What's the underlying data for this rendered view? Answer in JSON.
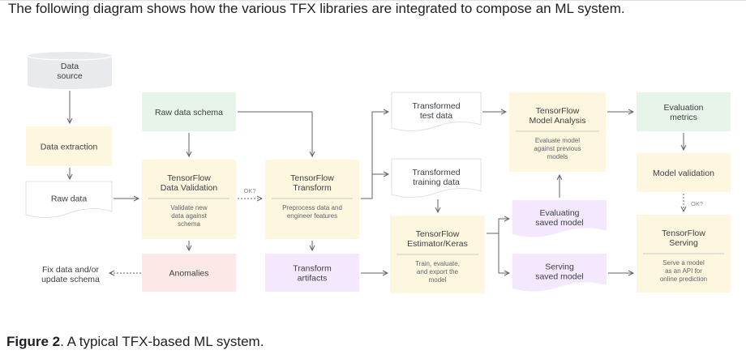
{
  "intro_text": "The following diagram shows how the various TFX libraries are integrated to compose an ML system.",
  "caption": {
    "label": "Figure 2",
    "text": ". A typical TFX-based ML system."
  },
  "colors": {
    "storage": "#e8eaed",
    "schema_green": "#e6f4ea",
    "process_yellow": "#fef7e0",
    "error_pink": "#fce8e6",
    "artifact_purple": "#f3e8fd",
    "document_white": "#ffffff",
    "stroke": "#5f6368",
    "text": "#3c4043"
  },
  "nodes": {
    "data_source": {
      "lines": [
        "Data",
        "source"
      ]
    },
    "data_extraction": {
      "lines": [
        "Data extraction"
      ]
    },
    "raw_data": {
      "lines": [
        "Raw data"
      ]
    },
    "fix_data": {
      "lines": [
        "Fix data and/or",
        "update schema"
      ]
    },
    "raw_data_schema": {
      "lines": [
        "Raw data schema"
      ]
    },
    "data_validation": {
      "lines": [
        "TensorFlow",
        "Data Validation"
      ],
      "sub": [
        "Validate new",
        "data against",
        "schema"
      ]
    },
    "anomalies": {
      "lines": [
        "Anomalies"
      ]
    },
    "transform": {
      "lines": [
        "TensorFlow",
        "Transform"
      ],
      "sub": [
        "Preprocess data and",
        "engineer features"
      ]
    },
    "transform_artifacts": {
      "lines": [
        "Transform",
        "artifacts"
      ]
    },
    "transformed_test": {
      "lines": [
        "Transformed",
        "test data"
      ]
    },
    "transformed_training": {
      "lines": [
        "Transformed",
        "training data"
      ]
    },
    "estimator": {
      "lines": [
        "TensorFlow",
        "Estimator/Keras"
      ],
      "sub": [
        "Train, evaluate,",
        "and export the",
        "model"
      ]
    },
    "model_analysis": {
      "lines": [
        "TensorFlow",
        "Model Analysis"
      ],
      "sub": [
        "Evaluate model",
        "against previous",
        "models"
      ]
    },
    "evaluating_saved_model": {
      "lines": [
        "Evaluating",
        "saved model"
      ]
    },
    "serving_saved_model": {
      "lines": [
        "Serving",
        "saved model"
      ]
    },
    "evaluation_metrics": {
      "lines": [
        "Evaluation",
        "metrics"
      ]
    },
    "model_validation": {
      "lines": [
        "Model validation"
      ]
    },
    "serving": {
      "lines": [
        "TensorFlow",
        "Serving"
      ],
      "sub": [
        "Serve a model",
        "as an API for",
        "online prediction"
      ]
    }
  },
  "edge_labels": {
    "ok_validation": "OK?",
    "ok_model": "OK?"
  }
}
